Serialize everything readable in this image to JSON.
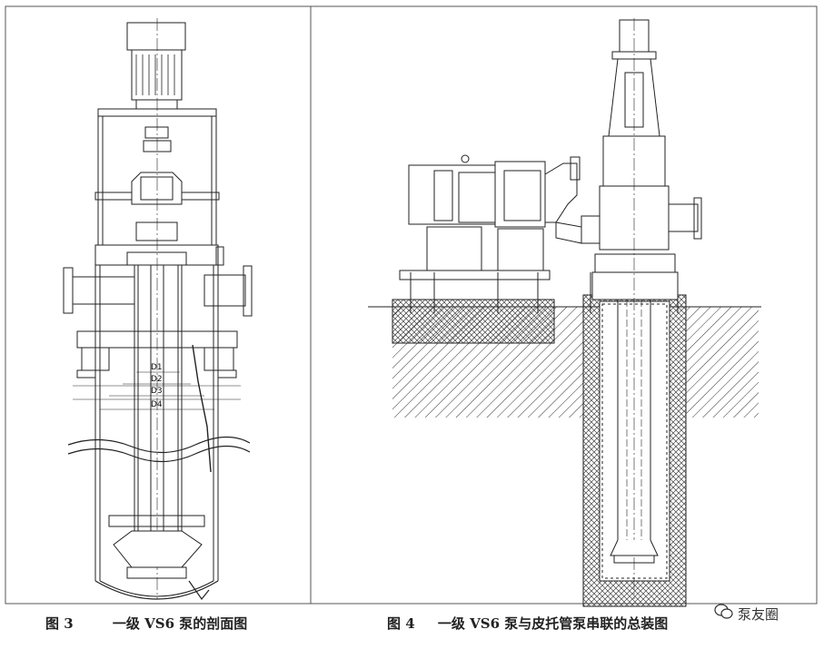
{
  "figure3": {
    "number": "图 3",
    "caption": "一级 VS6 泵的剖面图",
    "dimension_labels": [
      "D1",
      "D2",
      "D3",
      "D4"
    ]
  },
  "figure4": {
    "number": "图 4",
    "caption": "一级 VS6 泵与皮托管泵串联的总装图"
  },
  "watermark": {
    "text": "泵友圈",
    "icon": "wechat-icon"
  }
}
